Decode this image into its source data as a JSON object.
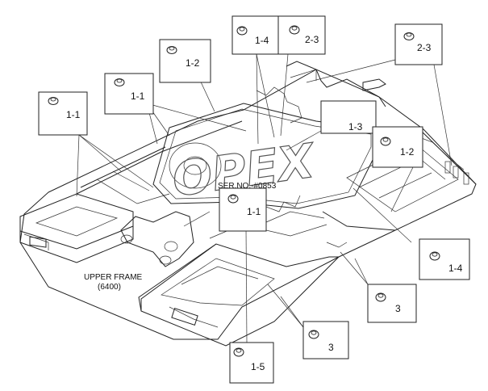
{
  "diagram": {
    "frame_label_line1": "UPPER FRAME",
    "frame_label_line2": "(6400)",
    "serial_note": "SER.NO.-#0853",
    "watermark_text": "OPEX",
    "callouts": [
      {
        "id": "c1",
        "label": "1-1",
        "icon": "seal-ring-icon"
      },
      {
        "id": "c2",
        "label": "1-1",
        "icon": "seal-ring-icon"
      },
      {
        "id": "c3",
        "label": "1-2",
        "icon": "seal-ring-icon"
      },
      {
        "id": "c4",
        "label": "1-4",
        "icon": "seal-ring-icon"
      },
      {
        "id": "c5",
        "label": "2-3",
        "icon": "seal-ring-icon"
      },
      {
        "id": "c6",
        "label": "2-3",
        "icon": "seal-ring-icon"
      },
      {
        "id": "c7",
        "label": "1-3",
        "icon": "seal-ring-icon"
      },
      {
        "id": "c8",
        "label": "1-2",
        "icon": "seal-ring-icon"
      },
      {
        "id": "c9",
        "label": "1-1",
        "icon": "seal-ring-icon"
      },
      {
        "id": "c10",
        "label": "1-4",
        "icon": "seal-ring-icon"
      },
      {
        "id": "c11",
        "label": "3",
        "icon": "seal-ring-icon"
      },
      {
        "id": "c12",
        "label": "3",
        "icon": "seal-ring-icon"
      },
      {
        "id": "c13",
        "label": "1-5",
        "icon": "seal-ring-icon"
      }
    ]
  }
}
